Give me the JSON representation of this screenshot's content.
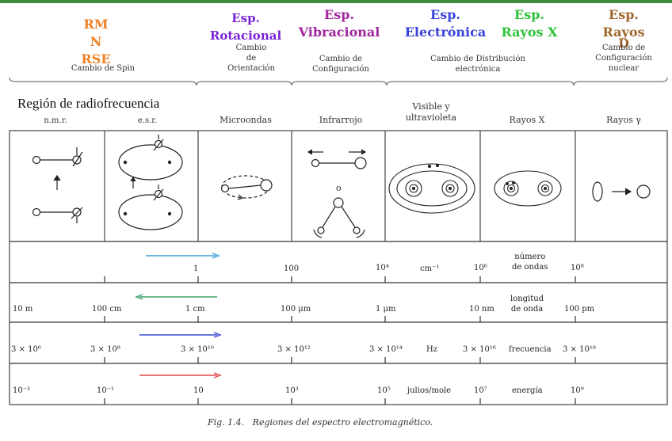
{
  "spectroscopy": [
    {
      "key": "rmn",
      "lines": [
        "RM",
        "N",
        "RSE"
      ],
      "color": "#f07f22"
    },
    {
      "key": "rot",
      "lines": [
        "Esp.",
        "Rotacional"
      ],
      "color": "#7a22d6"
    },
    {
      "key": "vib",
      "lines": [
        "Esp.",
        "Vibracional"
      ],
      "color": "#a0279e"
    },
    {
      "key": "ele",
      "lines": [
        "Esp.",
        "Electrónica"
      ],
      "color": "#3a44d8"
    },
    {
      "key": "rx",
      "lines": [
        "Esp.",
        "Rayos X"
      ],
      "color": "#2fc23a"
    },
    {
      "key": "ray",
      "lines": [
        "Esp.",
        "Rayos",
        "D"
      ],
      "color": "#a0672c"
    }
  ],
  "changes": {
    "spin": "Cambio de Spin",
    "orient": [
      "Cambio",
      "de",
      "Orientación"
    ],
    "config": [
      "Cambio de",
      "Configuración"
    ],
    "distrib": [
      "Cambio de Distribución",
      "electrónica"
    ],
    "nuclear": [
      "Cambio de",
      "Configuración",
      "nuclear"
    ]
  },
  "region_title": "Región de radiofrecuencia",
  "columns": [
    "n.m.r.",
    "e.s.r.",
    "Microondas",
    "Infrarrojo",
    "Visible y\nultravioleta",
    "Rayos X",
    "Rayos γ"
  ],
  "vib_or": "o",
  "scales": {
    "wavenumber": {
      "values": [
        "1",
        "100",
        "10⁴",
        "10⁶",
        "10⁸"
      ],
      "unit": "cm⁻¹",
      "label": [
        "número",
        "de ondas"
      ]
    },
    "wavelength": {
      "values": [
        "10 m",
        "100 cm",
        "1 cm",
        "100 μm",
        "1 μm",
        "10 nm",
        "100 pm"
      ],
      "label": [
        "longitud",
        "de onda"
      ]
    },
    "frequency": {
      "values": [
        "3 × 10⁶",
        "3 × 10⁸",
        "3 × 10¹⁰",
        "3 × 10¹²",
        "3 × 10¹⁴",
        "3 × 10¹⁶",
        "3 × 10¹⁸"
      ],
      "unit": "Hz",
      "label": "frecuencia"
    },
    "energy": {
      "values": [
        "10⁻³",
        "10⁻¹",
        "10",
        "10³",
        "10⁵",
        "10⁷",
        "10⁹"
      ],
      "unit": "julios/mole",
      "label": "energía"
    }
  },
  "arrow_colors": {
    "wavenumber": "#3ba3d8",
    "wavelength": "#3aa26a",
    "frequency": "#3a48d4",
    "energy": "#e04848"
  },
  "caption": "Fig. 1.4.   Regiones del espectro electromagnético."
}
